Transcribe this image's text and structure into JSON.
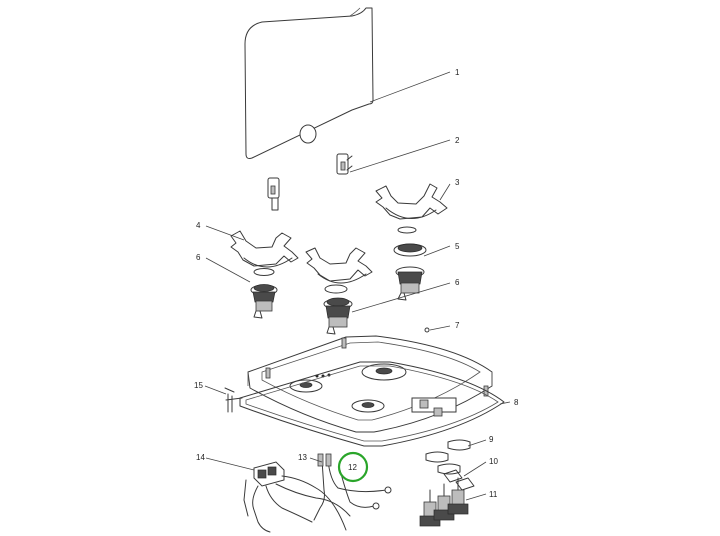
{
  "diagram": {
    "highlight_color": "#2aa52a",
    "callouts": [
      {
        "id": "1",
        "label": "1"
      },
      {
        "id": "2",
        "label": "2"
      },
      {
        "id": "3",
        "label": "3"
      },
      {
        "id": "4",
        "label": "4"
      },
      {
        "id": "5",
        "label": "5"
      },
      {
        "id": "6a",
        "label": "6"
      },
      {
        "id": "6b",
        "label": "6"
      },
      {
        "id": "7",
        "label": "7"
      },
      {
        "id": "8",
        "label": "8"
      },
      {
        "id": "9",
        "label": "9"
      },
      {
        "id": "10",
        "label": "10"
      },
      {
        "id": "11",
        "label": "11"
      },
      {
        "id": "12",
        "label": "12",
        "highlighted": true
      },
      {
        "id": "13",
        "label": "13"
      },
      {
        "id": "14",
        "label": "14"
      },
      {
        "id": "15",
        "label": "15"
      }
    ]
  }
}
